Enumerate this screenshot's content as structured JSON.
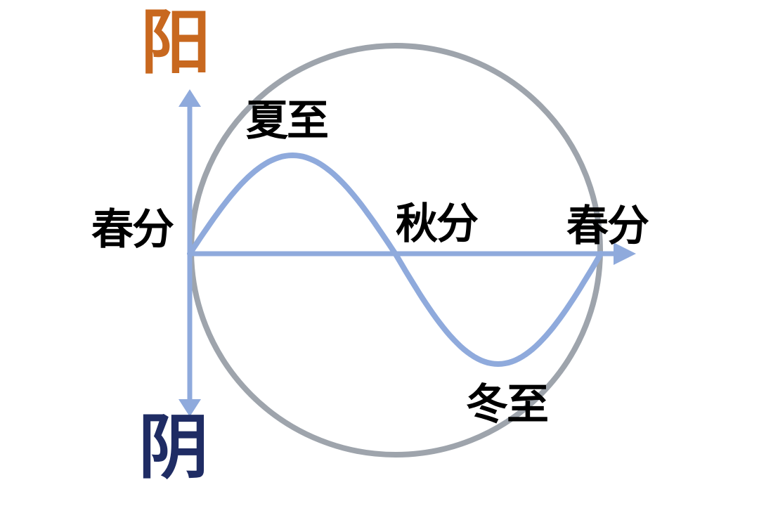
{
  "diagram": {
    "title_semantic": "yin-yang seasonal cycle",
    "pole_labels": {
      "yang": "阳",
      "yin": "阴"
    },
    "season_labels": {
      "spring_left": "春分",
      "summer": "夏至",
      "autumn": "秋分",
      "spring_right": "春分",
      "winter": "冬至"
    },
    "colors": {
      "yang_text": "#C8681F",
      "yin_text": "#1F2C64",
      "season_text": "#000000",
      "axis": "#8FAADC",
      "sine_wave": "#8FAADC",
      "circle": "#9EA4AC",
      "background": "#FFFFFF"
    }
  }
}
